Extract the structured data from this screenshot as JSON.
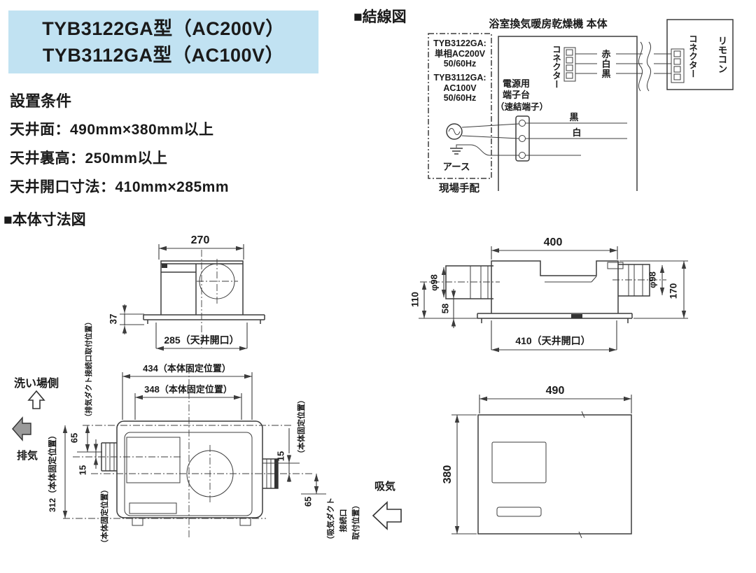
{
  "colors": {
    "model_box_bg": "#c1e2f2",
    "line": "#3c3c3c",
    "text": "#1a1a1a"
  },
  "header": {
    "model_line1": "TYB3122GA型（AC200V）",
    "model_line2": "TYB3112GA型（AC100V）"
  },
  "installation": {
    "heading": "設置条件",
    "line1": "天井面：490mm×380mm以上",
    "line2": "天井裏高：250mm以上",
    "line3": "天井開口寸法：410mm×285mm"
  },
  "wiring": {
    "heading": "■結線図",
    "unit_title": "浴室換気暖房乾燥機 本体",
    "remote": "リモコン",
    "connector_remote": "コネクター",
    "connector_unit": "コネクター",
    "spec1_l1": "TYB3122GA:",
    "spec1_l2": "単相AC200V",
    "spec1_l3": "50/60Hz",
    "spec2_l1": "TYB3112GA:",
    "spec2_l2": "AC100V",
    "spec2_l3": "50/60Hz",
    "terminal_l1": "電源用",
    "terminal_l2": "端子台",
    "terminal_l3": "（速結端子）",
    "wire_red": "赤",
    "wire_white": "白",
    "wire_black": "黒",
    "wire_black2": "黒",
    "wire_white2": "白",
    "earth": "アース",
    "field_supply": "現場手配"
  },
  "drawings": {
    "heading": "■本体寸法図",
    "side": {
      "width": "270",
      "opening": "285（天井開口）",
      "flange": "37"
    },
    "front": {
      "width": "400",
      "opening": "410（天井開口）",
      "duct_dia_left": "φ98",
      "duct_dia_right": "φ98",
      "h110": "110",
      "h58": "58",
      "h170": "170"
    },
    "top": {
      "w434": "434（本体固定位置）",
      "w348": "348（本体固定位置）",
      "h312": "312（本体固定位置）",
      "d65_left": "65",
      "d15_left": "15",
      "d15_right": "15",
      "d65_right": "65",
      "fix_left": "（本体固定位置）",
      "fix_right": "（本体固定位置）",
      "exhaust_duct_label": "（排気ダクト接続口取付位置）",
      "intake_l1": "（吸気ダクト",
      "intake_l2": "接続口",
      "intake_l3": "取付位置）",
      "wash_side": "洗い場側",
      "exhaust": "排気",
      "intake": "吸気"
    },
    "panel": {
      "width": "490",
      "height": "380"
    }
  }
}
